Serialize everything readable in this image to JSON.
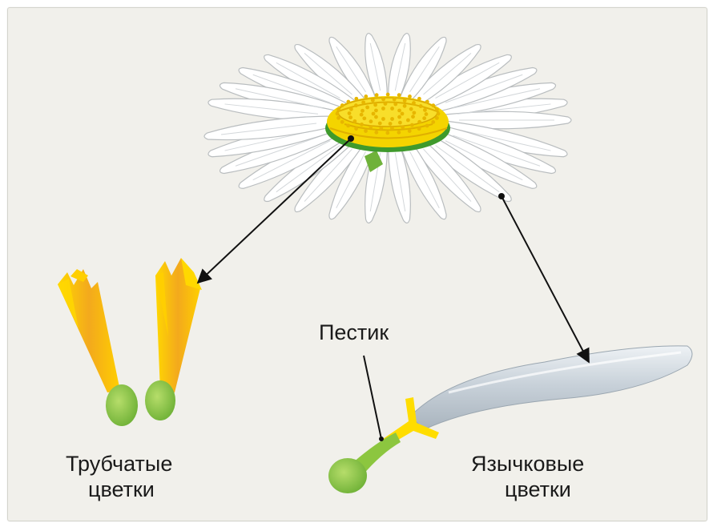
{
  "labels": {
    "pistil": "Пестик",
    "tubular_line1": "Трубчатые",
    "tubular_line2": "цветки",
    "ligulate_line1": "Язычковые",
    "ligulate_line2": "цветки"
  },
  "colors": {
    "background": "#f1f0eb",
    "petal": "#ffffff",
    "petal_outline": "#b9bdbf",
    "disc": "#f4d400",
    "disc_dark": "#d9a800",
    "receptacle_green": "#3f9a2c",
    "ovary_green": "#8cc63f",
    "tube_orange": "#f1a51c",
    "tube_yellow": "#ffd400",
    "ligule": "#d8dfe6",
    "arrow": "#111111"
  }
}
